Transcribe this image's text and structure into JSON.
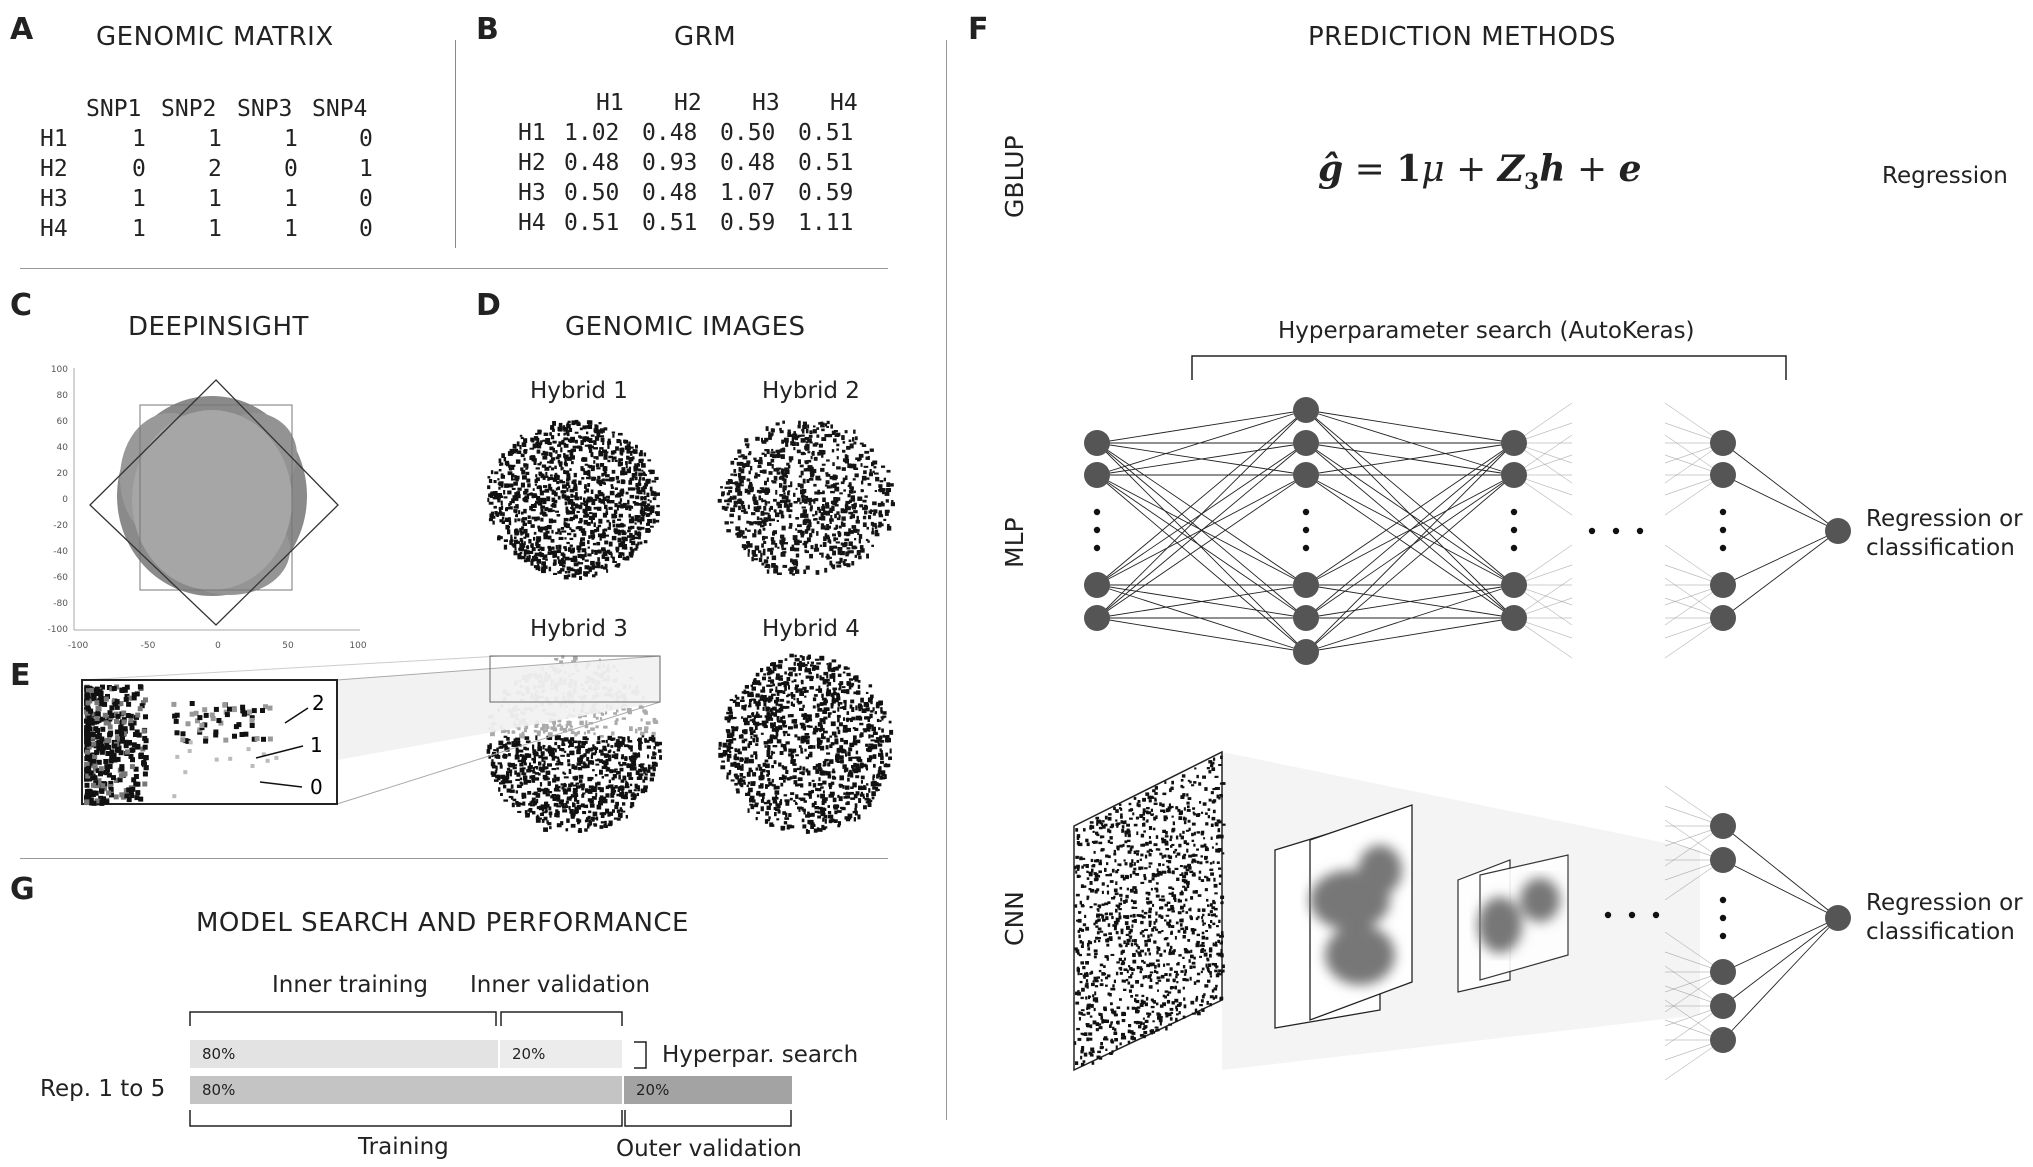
{
  "panels": {
    "A": {
      "letter": "A",
      "title": "GENOMIC MATRIX",
      "columns": [
        "SNP1",
        "SNP2",
        "SNP3",
        "SNP4"
      ],
      "rows": [
        {
          "label": "H1",
          "values": [
            "1",
            "1",
            "1",
            "0"
          ]
        },
        {
          "label": "H2",
          "values": [
            "0",
            "2",
            "0",
            "1"
          ]
        },
        {
          "label": "H3",
          "values": [
            "1",
            "1",
            "1",
            "0"
          ]
        },
        {
          "label": "H4",
          "values": [
            "1",
            "1",
            "1",
            "0"
          ]
        }
      ]
    },
    "B": {
      "letter": "B",
      "title": "GRM",
      "columns": [
        "H1",
        "H2",
        "H3",
        "H4"
      ],
      "rows": [
        {
          "label": "H1",
          "values": [
            "1.02",
            "0.48",
            "0.50",
            "0.51"
          ]
        },
        {
          "label": "H2",
          "values": [
            "0.48",
            "0.93",
            "0.48",
            "0.51"
          ]
        },
        {
          "label": "H3",
          "values": [
            "0.50",
            "0.48",
            "1.07",
            "0.59"
          ]
        },
        {
          "label": "H4",
          "values": [
            "0.51",
            "0.51",
            "0.59",
            "1.11"
          ]
        }
      ]
    },
    "C": {
      "letter": "C",
      "title": "DEEPINSIGHT",
      "y_ticks": [
        "100",
        "80",
        "60",
        "40",
        "20",
        "0",
        "-20",
        "-40",
        "-60",
        "-80",
        "-100"
      ],
      "x_ticks": [
        "-100",
        "-50",
        "0",
        "50",
        "100"
      ]
    },
    "D": {
      "letter": "D",
      "title": "GENOMIC IMAGES",
      "images": [
        "Hybrid 1",
        "Hybrid 2",
        "Hybrid 3",
        "Hybrid 4"
      ]
    },
    "E": {
      "letter": "E",
      "callouts": [
        "2",
        "1",
        "0"
      ]
    },
    "F": {
      "letter": "F",
      "title": "PREDICTION METHODS",
      "rows": [
        "GBLUP",
        "MLP",
        "CNN"
      ],
      "gblup_output": "Regression",
      "hyper_label": "Hyperparameter search (AutoKeras)",
      "output_label_line1": "Regression or",
      "output_label_line2": "classification"
    },
    "G": {
      "letter": "G",
      "title": "MODEL SEARCH AND PERFORMANCE",
      "inner_training": "Inner training",
      "inner_validation": "Inner validation",
      "hyper_search": "Hyperpar. search",
      "rep_label": "Rep. 1 to 5",
      "training": "Training",
      "outer_validation": "Outer validation",
      "bars": {
        "inner_train_pct": "80%",
        "inner_val_pct": "20%",
        "outer_train_pct": "80%",
        "outer_val_pct": "20%"
      }
    }
  },
  "colors": {
    "node": "#555555",
    "line": "#222222",
    "bar_light": "#e3e3e3",
    "bar_mid": "#c4c4c4",
    "bar_dark": "#a3a3a3",
    "scatter": "#9a9a9a"
  }
}
